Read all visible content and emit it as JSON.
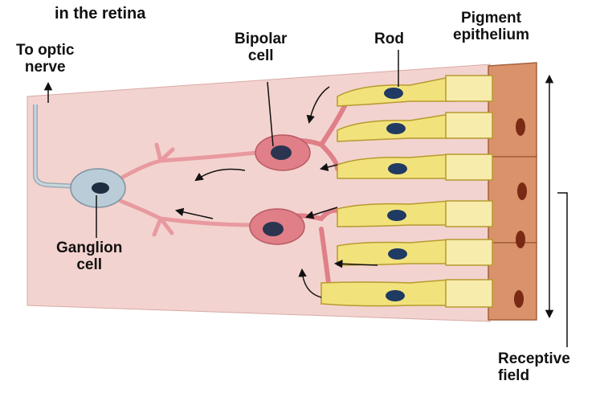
{
  "title_fragment": "in the retina",
  "labels": {
    "optic_nerve": [
      "To optic",
      "nerve"
    ],
    "bipolar_cell": [
      "Bipolar",
      "cell"
    ],
    "rod": "Rod",
    "pigment_epithelium": [
      "Pigment",
      "epithelium"
    ],
    "ganglion_cell": [
      "Ganglion",
      "cell"
    ],
    "receptive_field": [
      "Receptive",
      "field"
    ]
  },
  "colors": {
    "retina_tissue": "#f3d3cf",
    "pigment_epithelium": "#d9926a",
    "pigment_granule": "#7a2a14",
    "rod_cell": "#f2e27c",
    "rod_outline": "#b79a2e",
    "nucleus": "#1f3a63",
    "bipolar_cell": "#e07f88",
    "ganglion_cell": "#b9ccd7",
    "arrow": "#111111"
  }
}
